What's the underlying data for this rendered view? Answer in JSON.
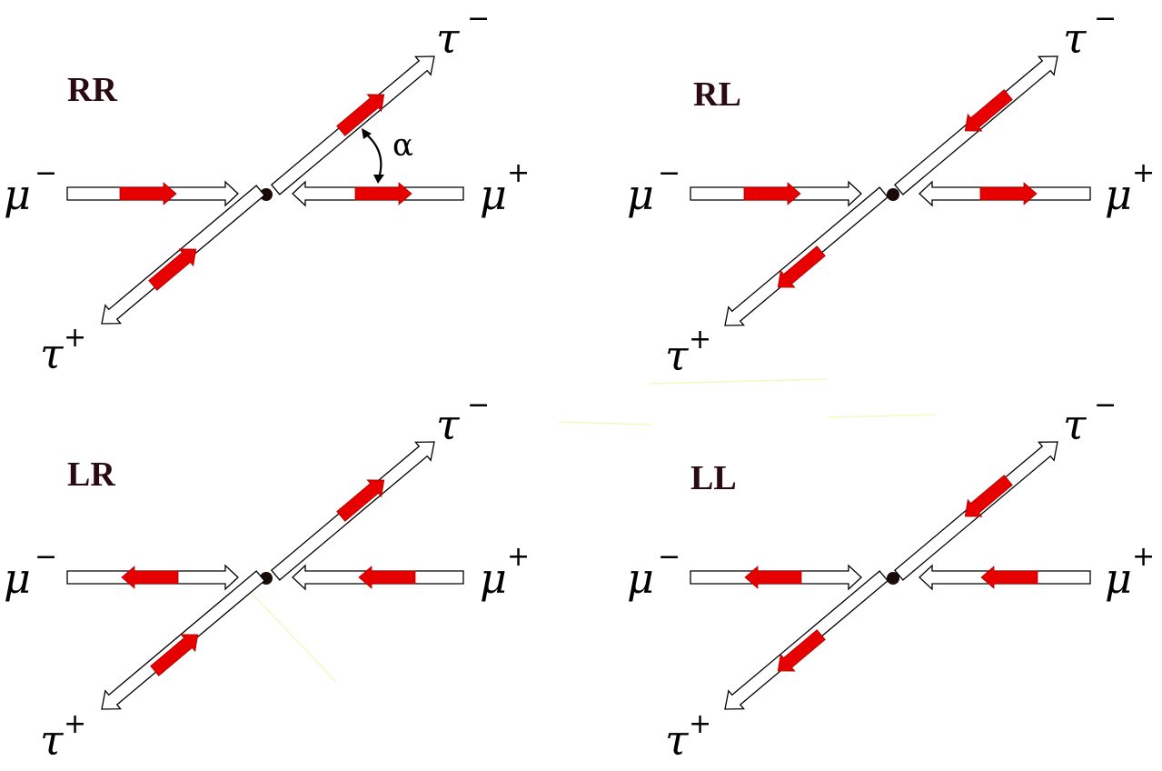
{
  "panels": [
    {
      "label": "RR",
      "mu_minus": "μ",
      "mu_minus_charge": "−",
      "mu_plus": "μ",
      "mu_plus_charge": "+",
      "tau_minus": "τ",
      "tau_minus_charge": "−",
      "tau_plus": "τ",
      "tau_plus_charge": "+",
      "spins": {
        "mu_minus": "right",
        "mu_plus": "right",
        "tau_minus": "outward",
        "tau_plus": "inward"
      }
    },
    {
      "label": "RL",
      "mu_minus": "μ",
      "mu_minus_charge": "−",
      "mu_plus": "μ",
      "mu_plus_charge": "+",
      "tau_minus": "τ",
      "tau_minus_charge": "−",
      "tau_plus": "τ",
      "tau_plus_charge": "+",
      "spins": {
        "mu_minus": "right",
        "mu_plus": "right",
        "tau_minus": "inward",
        "tau_plus": "outward"
      }
    },
    {
      "label": "LR",
      "mu_minus": "μ",
      "mu_minus_charge": "−",
      "mu_plus": "μ",
      "mu_plus_charge": "+",
      "tau_minus": "τ",
      "tau_minus_charge": "−",
      "tau_plus": "τ",
      "tau_plus_charge": "+",
      "spins": {
        "mu_minus": "left",
        "mu_plus": "left",
        "tau_minus": "outward",
        "tau_plus": "inward"
      }
    },
    {
      "label": "LL",
      "mu_minus": "μ",
      "mu_minus_charge": "−",
      "mu_plus": "μ",
      "mu_plus_charge": "+",
      "tau_minus": "τ",
      "tau_minus_charge": "−",
      "tau_plus": "τ",
      "tau_plus_charge": "+",
      "spins": {
        "mu_minus": "left",
        "mu_plus": "left",
        "tau_minus": "inward",
        "tau_plus": "outward"
      }
    }
  ],
  "angle_label": "α",
  "colors": {
    "spin_arrow": "#e60000",
    "momentum_arrow_outline": "#000000",
    "label": "#2a0b12"
  }
}
